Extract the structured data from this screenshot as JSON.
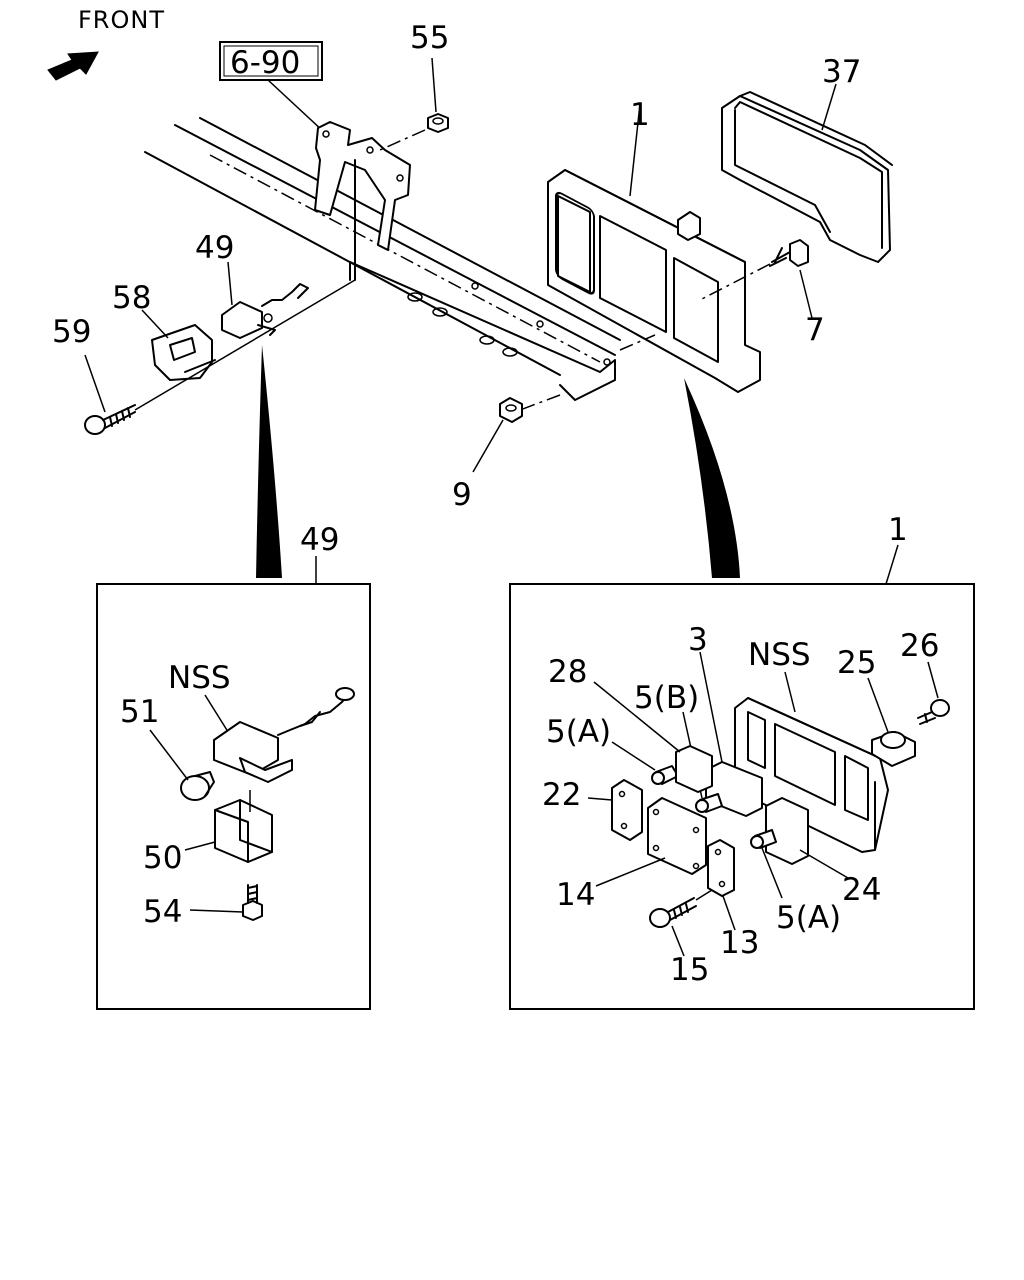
{
  "front_label": "FRONT",
  "ref_box": "6-90",
  "callouts": {
    "c55": "55",
    "c37": "37",
    "c1": "1",
    "c49": "49",
    "c58": "58",
    "c59": "59",
    "c7": "7",
    "c9": "9",
    "inset_left_title": "49",
    "inset_right_title": "1",
    "nss_left": "NSS",
    "c51": "51",
    "c50": "50",
    "c54": "54",
    "c3": "3",
    "nss_right": "NSS",
    "c25": "25",
    "c26": "26",
    "c28": "28",
    "c5b": "5(B)",
    "c5a_top": "5(A)",
    "c22": "22",
    "c14": "14",
    "c24": "24",
    "c5a_bottom": "5(A)",
    "c13": "13",
    "c15": "15"
  }
}
